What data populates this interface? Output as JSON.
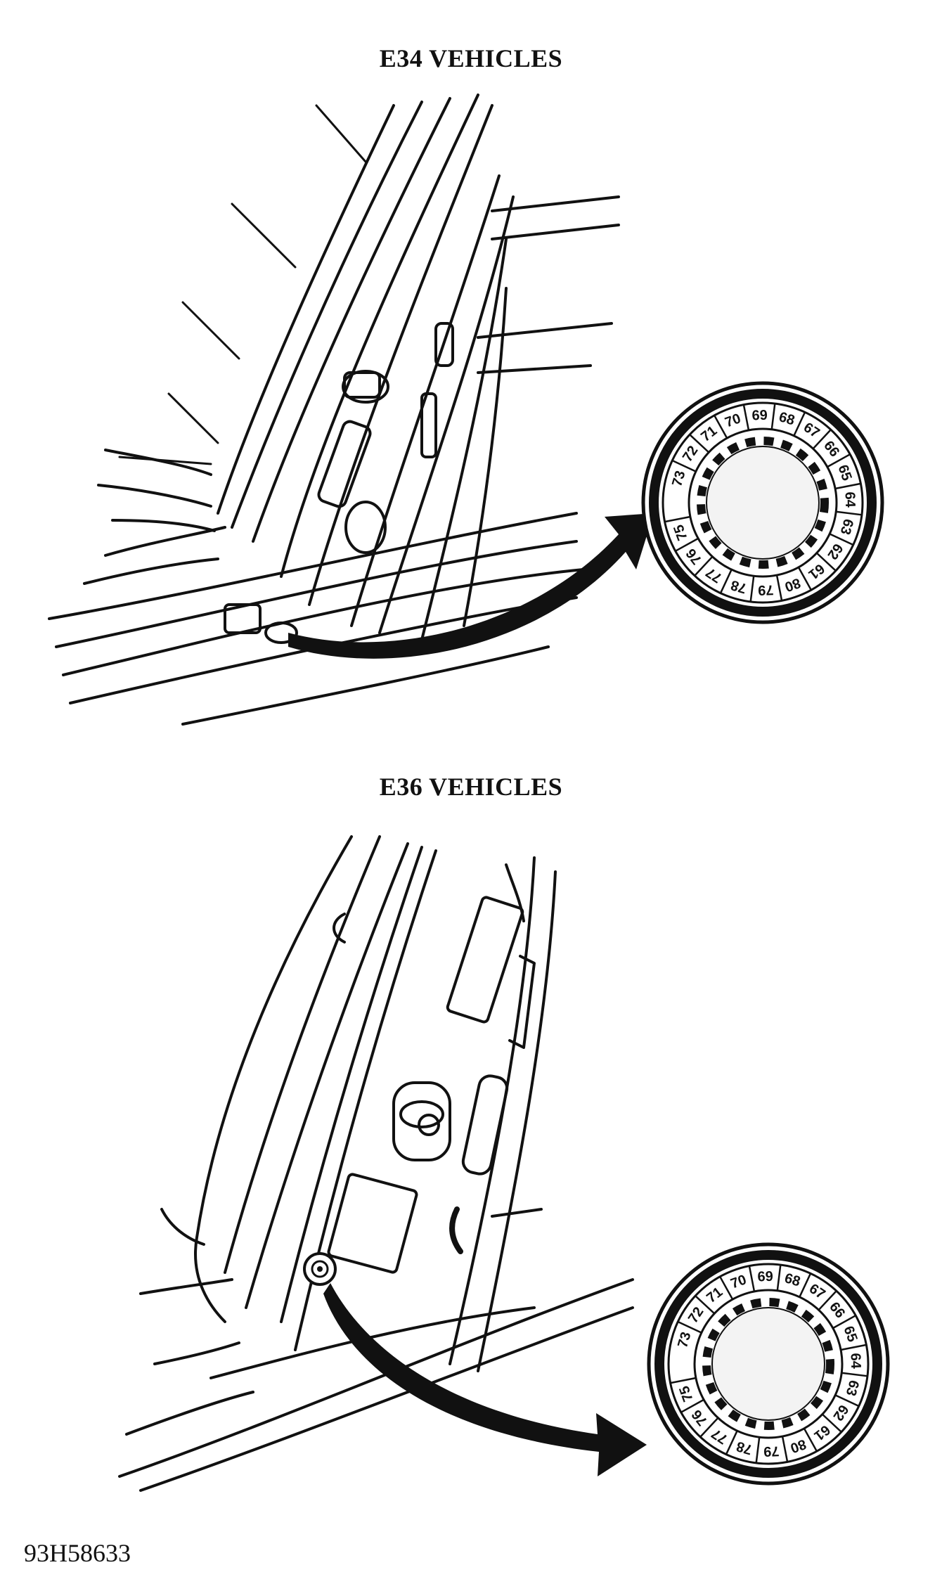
{
  "headings": {
    "top": "E34 VEHICLES",
    "bottom": "E36 VEHICLES"
  },
  "figure_code": "93H58633",
  "date_disc_top": {
    "inner_ring": [
      "61",
      "62",
      "63",
      "64",
      "65",
      "66",
      "67",
      "68",
      "69",
      "70",
      "71",
      "72",
      "73",
      "75",
      "76",
      "77",
      "78",
      "79",
      "80"
    ]
  },
  "date_disc_bottom": {
    "inner_ring": [
      "61",
      "62",
      "63",
      "64",
      "65",
      "66",
      "67",
      "68",
      "69",
      "70",
      "71",
      "72",
      "73",
      "75",
      "76",
      "77",
      "78",
      "79",
      "80"
    ]
  },
  "colors": {
    "ink": "#111111",
    "paper": "#ffffff"
  }
}
